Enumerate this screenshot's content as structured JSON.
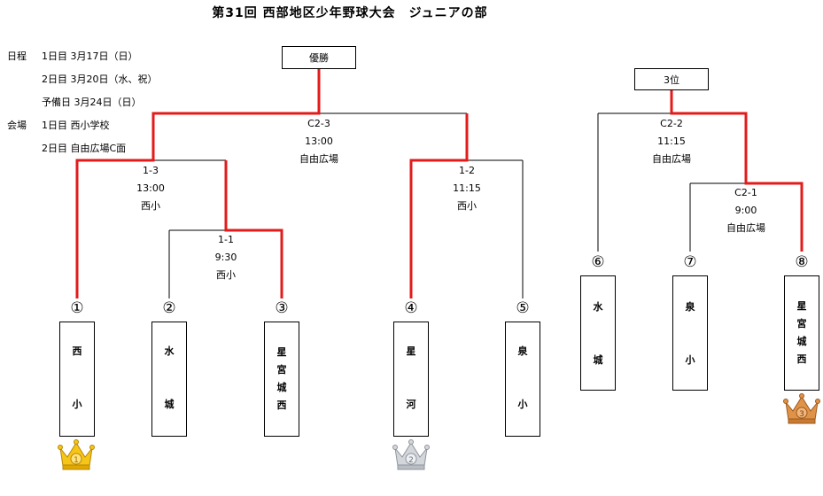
{
  "title": "第31回 西部地区少年野球大会　ジュニアの部",
  "schedule": {
    "label": "日程",
    "rows": [
      "1日目 3月17日（日）",
      "2日目 3月20日（水、祝）",
      "予備日 3月24日（日）"
    ]
  },
  "venue": {
    "label": "会場",
    "rows": [
      "1日目 西小学校",
      "2日目 自由広場C面"
    ]
  },
  "results": {
    "champion": "優勝",
    "third": "3位"
  },
  "matches": {
    "m11": {
      "code": "1-1",
      "time": "9:30",
      "place": "西小"
    },
    "m12": {
      "code": "1-2",
      "time": "11:15",
      "place": "西小"
    },
    "m13": {
      "code": "1-3",
      "time": "13:00",
      "place": "西小"
    },
    "c21": {
      "code": "C2-1",
      "time": "9:00",
      "place": "自由広場"
    },
    "c22": {
      "code": "C2-2",
      "time": "11:15",
      "place": "自由広場"
    },
    "c23": {
      "code": "C2-3",
      "time": "13:00",
      "place": "自由広場"
    }
  },
  "teams": [
    {
      "num": "①",
      "chars": [
        "西",
        "小"
      ]
    },
    {
      "num": "②",
      "chars": [
        "水",
        "城"
      ]
    },
    {
      "num": "③",
      "chars": [
        "星",
        "宮",
        "城",
        "西"
      ]
    },
    {
      "num": "④",
      "chars": [
        "星",
        "河"
      ]
    },
    {
      "num": "⑤",
      "chars": [
        "泉",
        "小"
      ]
    },
    {
      "num": "⑥",
      "chars": [
        "水",
        "城"
      ]
    },
    {
      "num": "⑦",
      "chars": [
        "泉",
        "小"
      ]
    },
    {
      "num": "⑧",
      "chars": [
        "星",
        "宮",
        "城",
        "西"
      ]
    }
  ],
  "medals": {
    "gold": "1",
    "silver": "2",
    "bronze": "3"
  },
  "colors": {
    "winner_line": "#e31b1b",
    "line": "#000000",
    "gold": "#f5c518",
    "silver": "#c8ccd2",
    "bronze": "#d9843b"
  }
}
